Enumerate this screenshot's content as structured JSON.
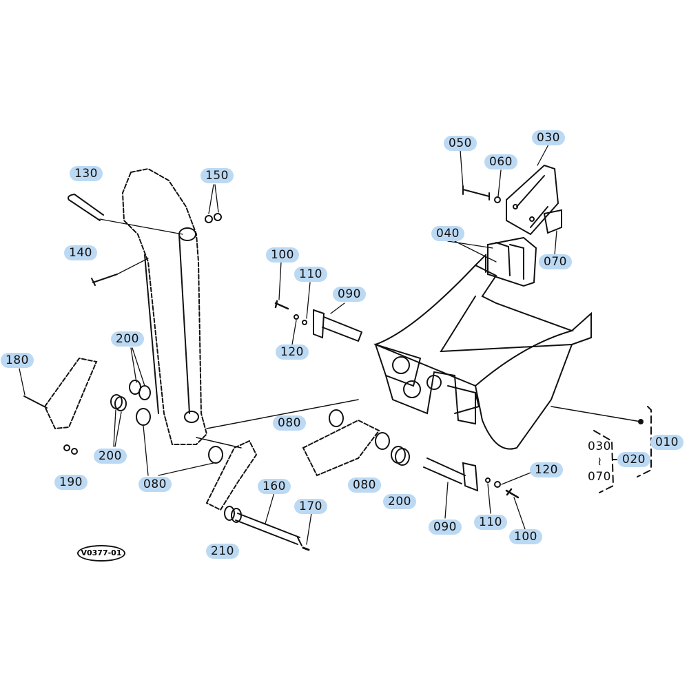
{
  "diagram_code": "V0377-01",
  "labels": [
    "130",
    "150",
    "140",
    "100",
    "110",
    "090",
    "120",
    "050",
    "060",
    "030",
    "040",
    "070",
    "200",
    "180",
    "200",
    "080",
    "190",
    "080",
    "080",
    "200",
    "160",
    "170",
    "210",
    "090",
    "110",
    "120",
    "100",
    "010",
    "020"
  ],
  "range_labels": {
    "from": "030",
    "tilde": "~",
    "to": "070"
  },
  "colors": {
    "highlight": "#bcd9f3",
    "line": "#111111"
  }
}
